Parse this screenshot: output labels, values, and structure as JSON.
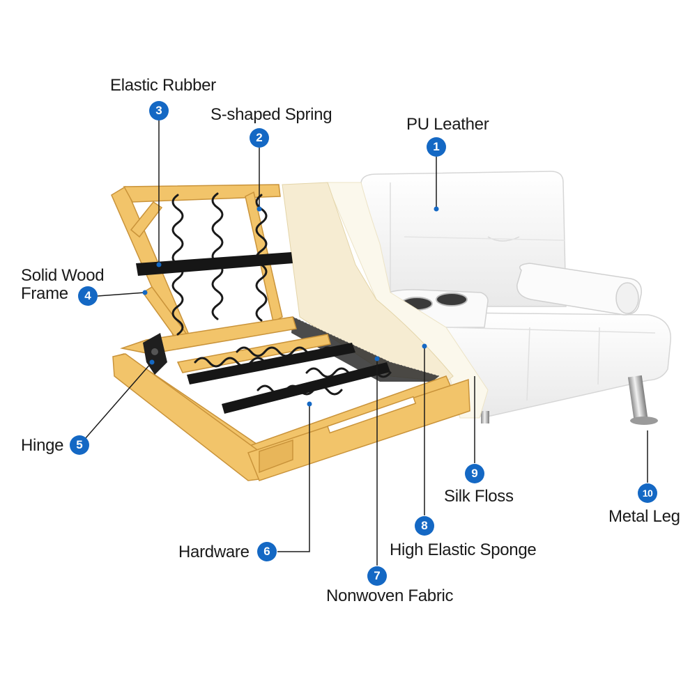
{
  "callouts": [
    {
      "number": "1",
      "label": "PU Leather"
    },
    {
      "number": "2",
      "label": "S-shaped Spring"
    },
    {
      "number": "3",
      "label": "Elastic Rubber"
    },
    {
      "number": "4",
      "label": "Solid Wood\nFrame"
    },
    {
      "number": "5",
      "label": "Hinge"
    },
    {
      "number": "6",
      "label": "Hardware"
    },
    {
      "number": "7",
      "label": "Nonwoven Fabric"
    },
    {
      "number": "8",
      "label": "High Elastic Sponge"
    },
    {
      "number": "9",
      "label": "Silk Floss"
    },
    {
      "number": "10",
      "label": "Metal Leg"
    }
  ],
  "colors": {
    "badge": "#1468c4",
    "wood_frame": "#f2c46a",
    "rubber_strap": "#161616",
    "leather": "#f4f4f4",
    "sponge": "#f7efd9",
    "silk_floss": "#fbf8ec"
  }
}
